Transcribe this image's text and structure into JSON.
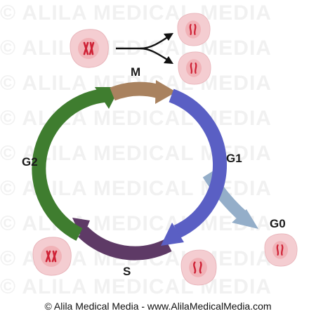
{
  "watermark": "© ALILA MEDICAL MEDIA",
  "labels": {
    "m": "M",
    "g1": "G1",
    "g2": "G2",
    "s": "S",
    "g0": "G0"
  },
  "footer": "© Alila Medical Media - www.AlilaMedicalMedia.com",
  "colors": {
    "m_arrow": "#a9825f",
    "g1_arrow": "#5a5fc4",
    "g0_arrow": "#94aec9",
    "s_arrow": "#5e3a66",
    "g2_arrow": "#3f7d2f",
    "cell_fill": "#f4cdd1",
    "nucleus_fill": "#efa6ad",
    "chromosome": "#cf2236"
  },
  "icons": [
    "dividing-cell-icon",
    "daughter-cell-icon",
    "g0-cell-icon",
    "s-phase-cell-icon",
    "g2-cell-icon",
    "split-arrow-icon"
  ]
}
